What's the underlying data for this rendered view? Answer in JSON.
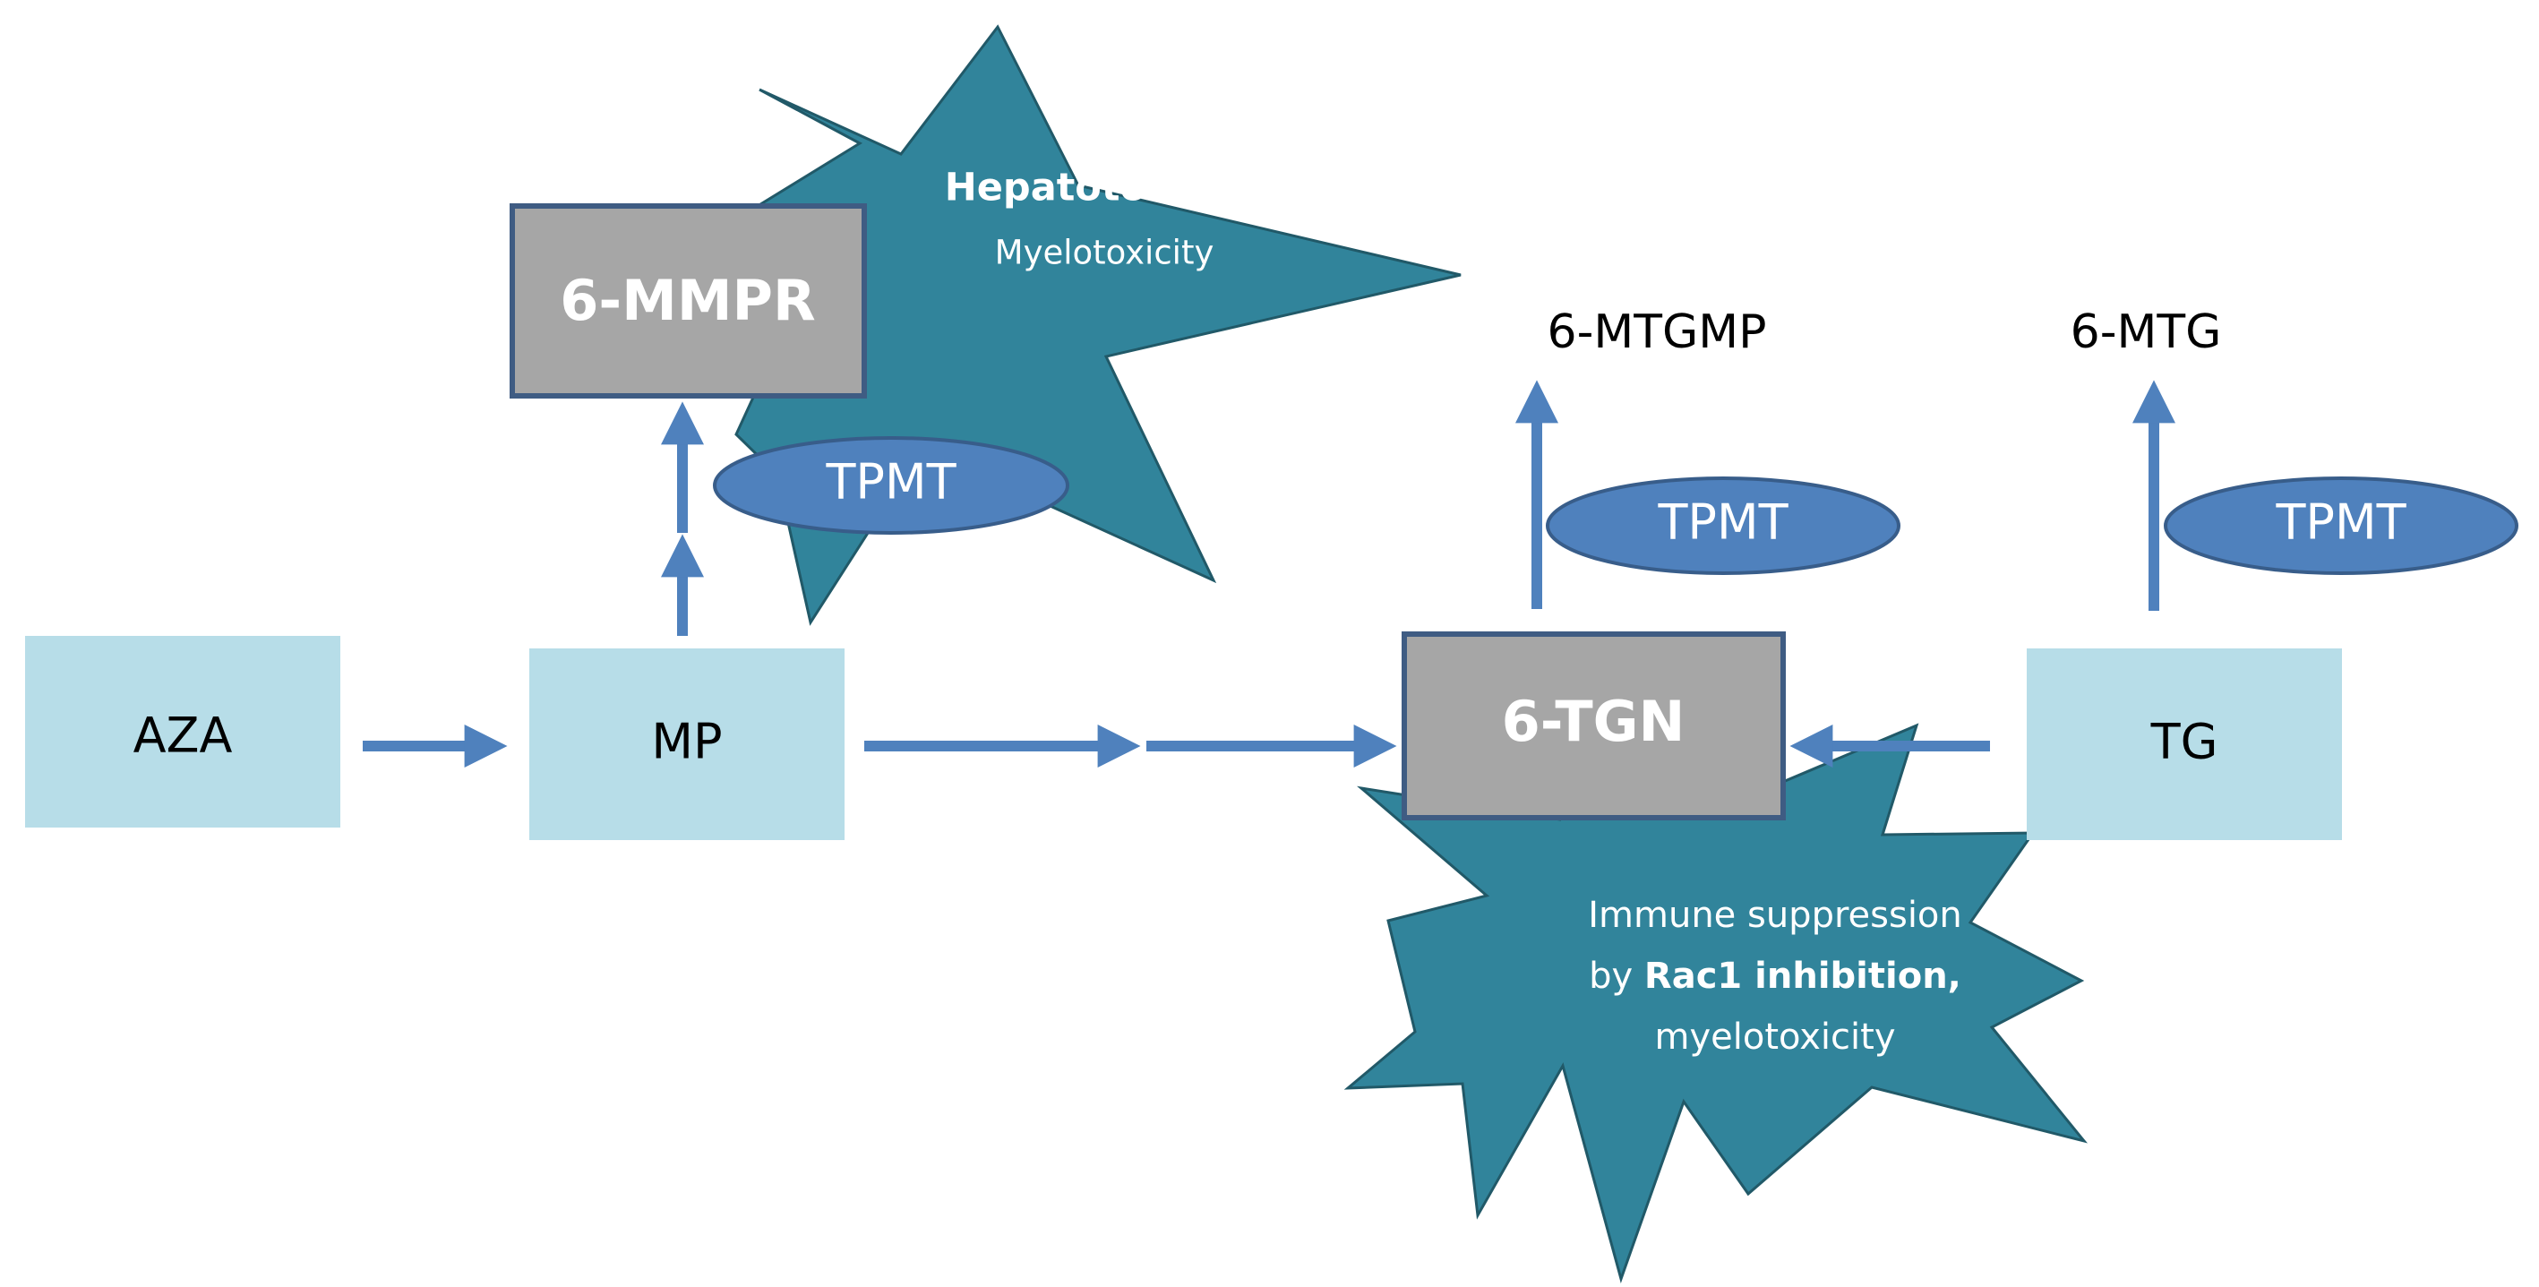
{
  "colors": {
    "light_box": "#b7dde8",
    "product_box": "#a6a6a6",
    "product_border": "#3f5c83",
    "enzyme": "#4f81bd",
    "enzyme_border": "#385d8a",
    "burst": "#31849b",
    "burst_border": "#215968",
    "arrow": "#4f81bd"
  },
  "compounds": {
    "aza": "AZA",
    "mp": "MP",
    "tg": "TG"
  },
  "products": {
    "mmpr": "6-MMPR",
    "tgn": "6-TGN"
  },
  "metabolites": {
    "mtgmp": "6-MTGMP",
    "mtg": "6-MTG"
  },
  "enzymes": {
    "tpmt_1": "TPMT",
    "tpmt_2": "TPMT",
    "tpmt_3": "TPMT"
  },
  "effects": {
    "hepato_title": "Hepatotoxicity",
    "hepato_sub": "Myelotoxicity",
    "immune_line1": "Immune suppression",
    "immune_by": "by ",
    "immune_bold": "Rac1 inhibition,",
    "immune_line3": "myelotoxicity"
  }
}
